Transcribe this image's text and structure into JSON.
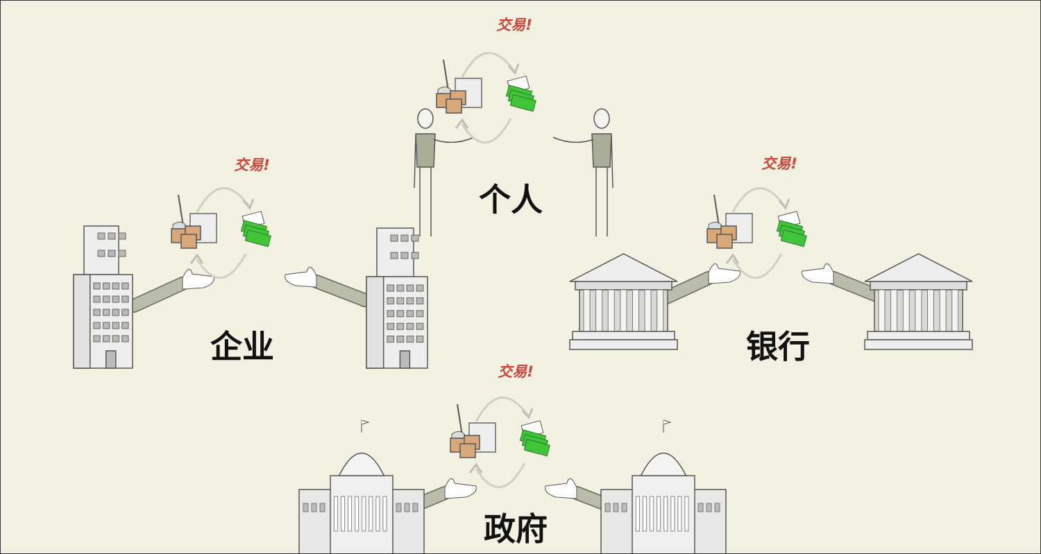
{
  "trade_label": "交易!",
  "sectors": {
    "individuals": {
      "label": "个人"
    },
    "businesses": {
      "label": "企业"
    },
    "banks": {
      "label": "银行"
    },
    "governments": {
      "label": "政府"
    }
  },
  "colors": {
    "background": "#f3f1e2",
    "trade_text": "#c9473a",
    "money": "#3fc43a",
    "box": "#d8a77a",
    "sleeve": "#b9bda9"
  }
}
